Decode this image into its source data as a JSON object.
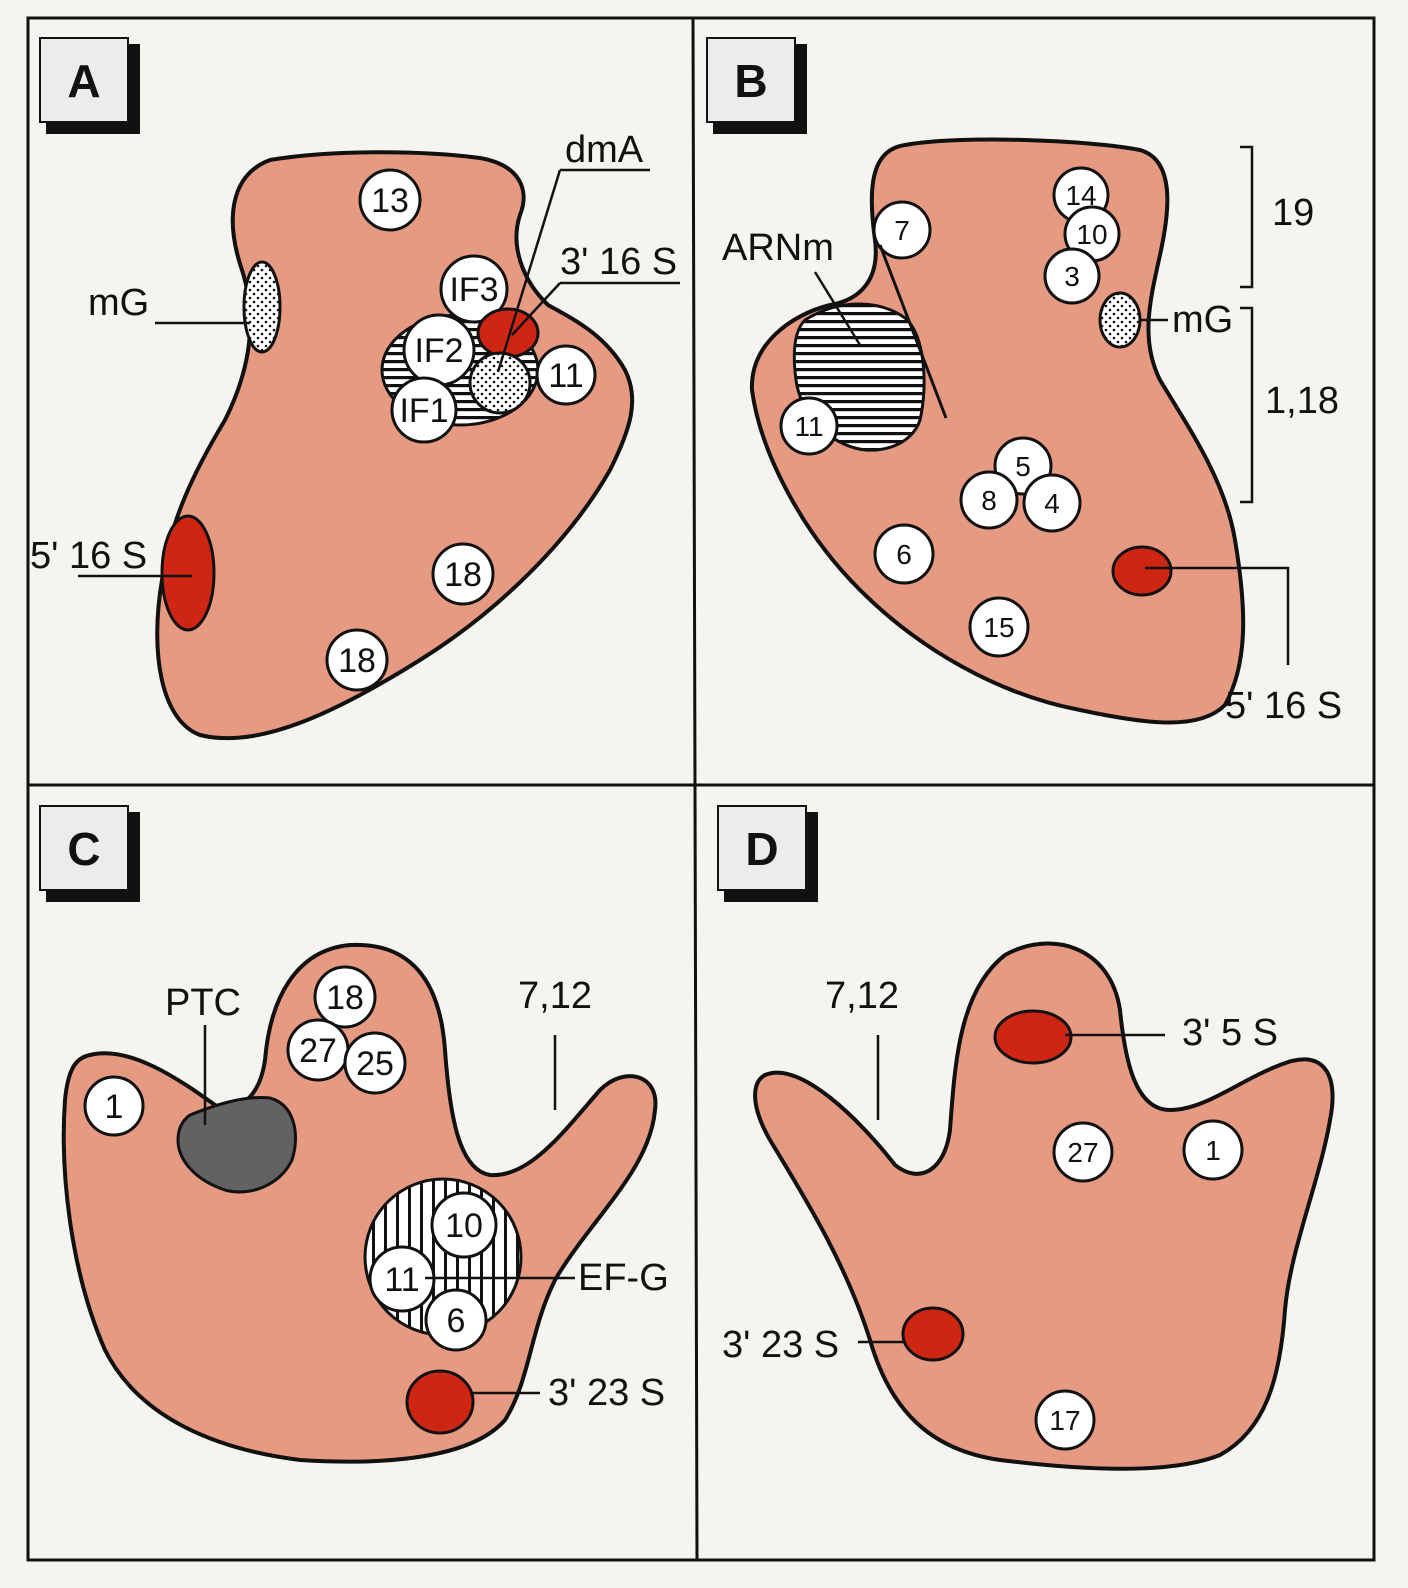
{
  "panels": {
    "A": {
      "badge": "A",
      "proteins": [
        "13",
        "18",
        "18",
        "11"
      ],
      "factors": [
        "IF1",
        "IF2",
        "IF3"
      ],
      "labels": {
        "mG": "mG",
        "dmA": "dmA",
        "s16_3": "3' 16 S",
        "s16_5": "5' 16 S"
      }
    },
    "B": {
      "badge": "B",
      "proteins": [
        "7",
        "14",
        "10",
        "3",
        "11",
        "5",
        "8",
        "4",
        "6",
        "15"
      ],
      "labels": {
        "arnm": "ARNm",
        "mG": "mG",
        "s16_5": "5' 16 S",
        "bracket_top": "19",
        "bracket_bottom": "1,18"
      }
    },
    "C": {
      "badge": "C",
      "proteins": [
        "1",
        "18",
        "27",
        "25",
        "10",
        "11",
        "6"
      ],
      "labels": {
        "ptc": "PTC",
        "stalk": "7,12",
        "efg": "EF-G",
        "s23_3": "3' 23 S"
      }
    },
    "D": {
      "badge": "D",
      "proteins": [
        "27",
        "1",
        "17"
      ],
      "labels": {
        "stalk": "7,12",
        "s5_3": "3' 5 S",
        "s23_3": "3' 23 S"
      }
    }
  },
  "colors": {
    "body": "#e79a82",
    "red_site": "#cf2614",
    "ptc_grey": "#626262",
    "outline": "#111111",
    "background": "#f6f4ef"
  }
}
